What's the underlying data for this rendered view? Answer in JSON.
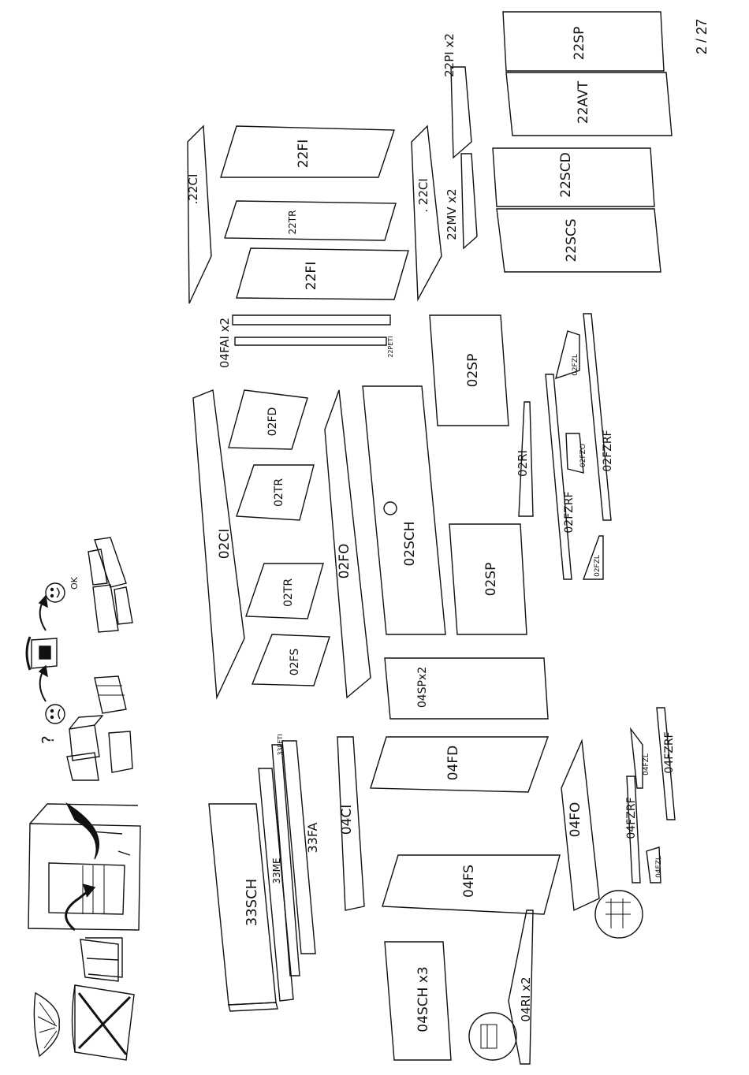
{
  "page": {
    "number": "2 / 27"
  },
  "top_icons": {
    "ok_label": "OK",
    "question_mark": "?"
  },
  "parts": {
    "p22SP_top": "22SP",
    "p22AVT": "22AVT",
    "p22PI": "22PI  x2",
    "p22SCD": "22SCD",
    "p22SCS": "22SCS",
    "p22MV": "22MV  x2",
    "p22CI_left": ".22CI",
    "p22FI_top": "22FI",
    "p22TR": "22TR",
    "p22FI_bottom": "22FI",
    "p22CI_right": ". 22CI",
    "p04FAI": "04FAI  x2",
    "p22PETI": "22PETI",
    "p02SP_top": "02SP",
    "p02CI": "02CI",
    "p02FD": "02FD",
    "p02TR": "02TR",
    "p02TR_small": "02TR",
    "p02FS": "02FS",
    "p02FO": "02FO",
    "p02SCH": "02SCH",
    "p02SP_bottom": "02SP",
    "p02RI": "02RI",
    "p02FZL_top": "02FZL",
    "p02FZRF_right": "02FZRF",
    "p02FZO": "02FZO",
    "p02FZRF_left": "02FZRF",
    "p02FZL_bottom": "02FZL",
    "p04SPx2": "04SPx2",
    "p33SCH": "33SCH",
    "p33ME": "33ME",
    "p33PETI": "33PETI",
    "p33FA": "33FA",
    "p04CI": "04CI",
    "p04FD": "04FD",
    "p04FS": "04FS",
    "p04FO": "04FO",
    "p04FZL_top": "04FZL",
    "p04FZRF_right": "04FZRF",
    "p04FZRF_left": "04FZRF",
    "p04FZL_bottom": "04FZL",
    "p04SCH": "04SCH  x3",
    "p04RI": "04RI  x2"
  }
}
